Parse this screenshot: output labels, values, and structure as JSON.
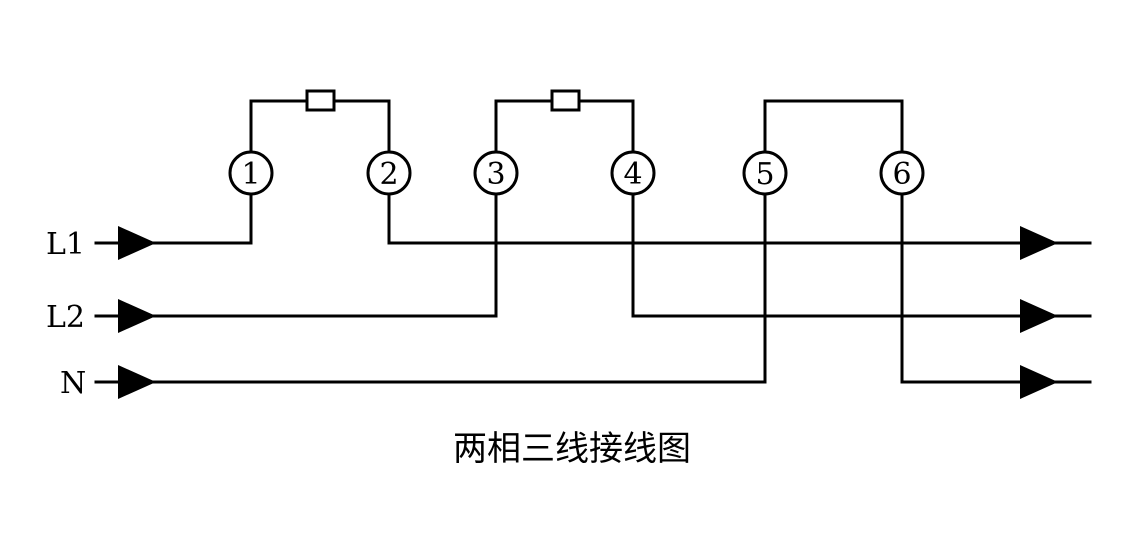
{
  "diagram": {
    "caption": "两相三线接线图",
    "lines": {
      "l1": "L1",
      "l2": "L2",
      "n": "N"
    },
    "terminals": [
      "1",
      "2",
      "3",
      "4",
      "5",
      "6"
    ]
  }
}
